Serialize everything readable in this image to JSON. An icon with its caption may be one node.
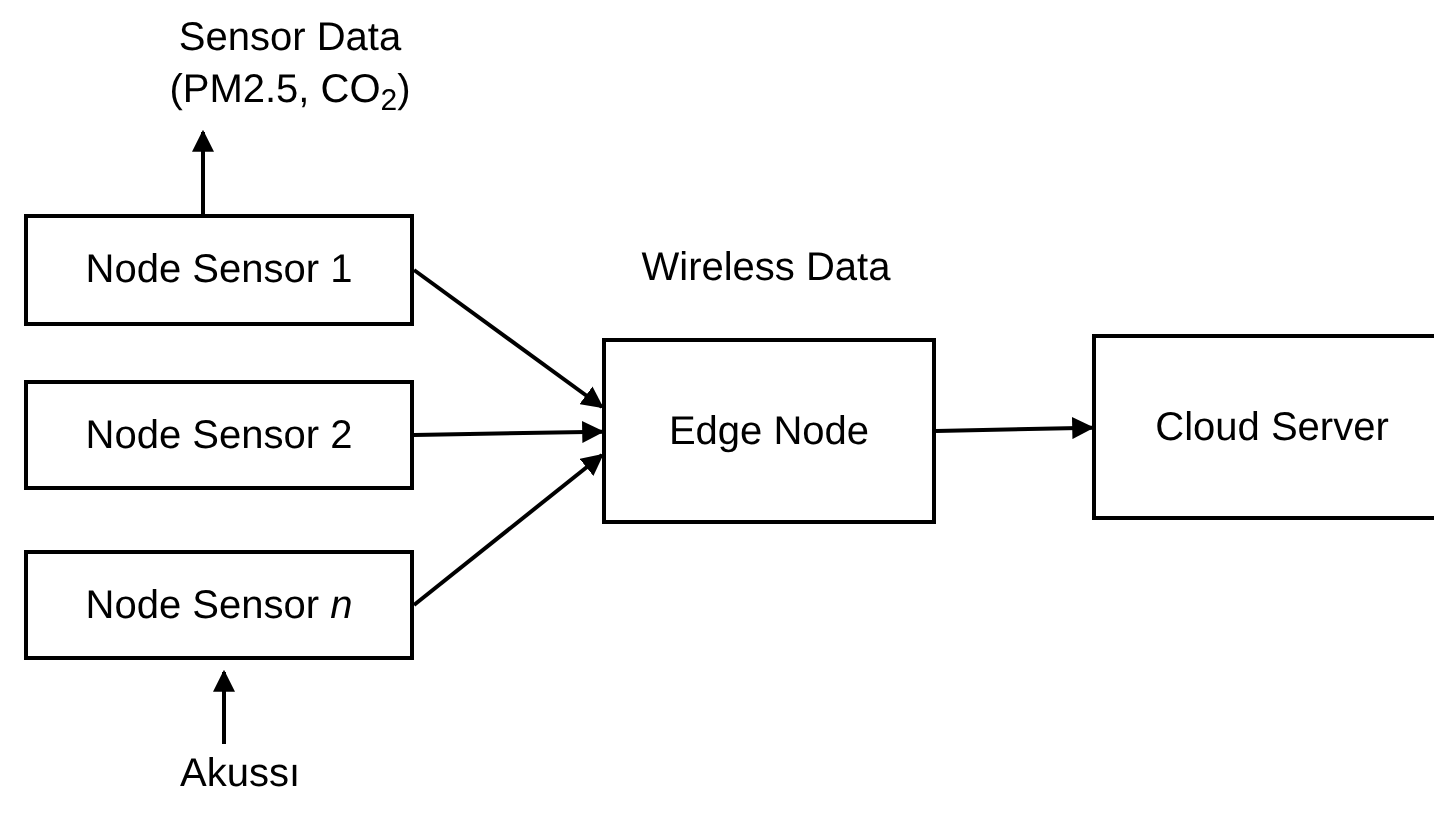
{
  "diagram": {
    "nodes": [
      {
        "text": [
          "Sensor Data (PM2.5, CO$_{2}$)"
        ]
      },
      {
        "text": [
          "Node Sensor 1"
        ]
      },
      {
        "text": [
          "Node Sensor 2"
        ]
      },
      {
        "text": [
          "Node Sensor *n*"
        ]
      },
      {
        "text": [
          "Akussı"
        ]
      },
      {
        "text": [
          "Edge Node"
        ]
      },
      {
        "text": [
          "Cloud Server"
        ]
      }
    ],
    "edges": [
      {
        "from": 1,
        "to": 0,
        "arrow": "to"
      },
      {
        "from": 4,
        "to": 3,
        "arrow": "to"
      },
      {
        "from": 1,
        "to": 5,
        "arrow": "to"
      },
      {
        "from": 2,
        "to": 5,
        "arrow": "to"
      },
      {
        "from": 3,
        "to": 5,
        "arrow": "to"
      },
      {
        "from": 5,
        "to": 6,
        "arrow": "to"
      }
    ],
    "labels": [
      "Wireless Data"
    ]
  }
}
